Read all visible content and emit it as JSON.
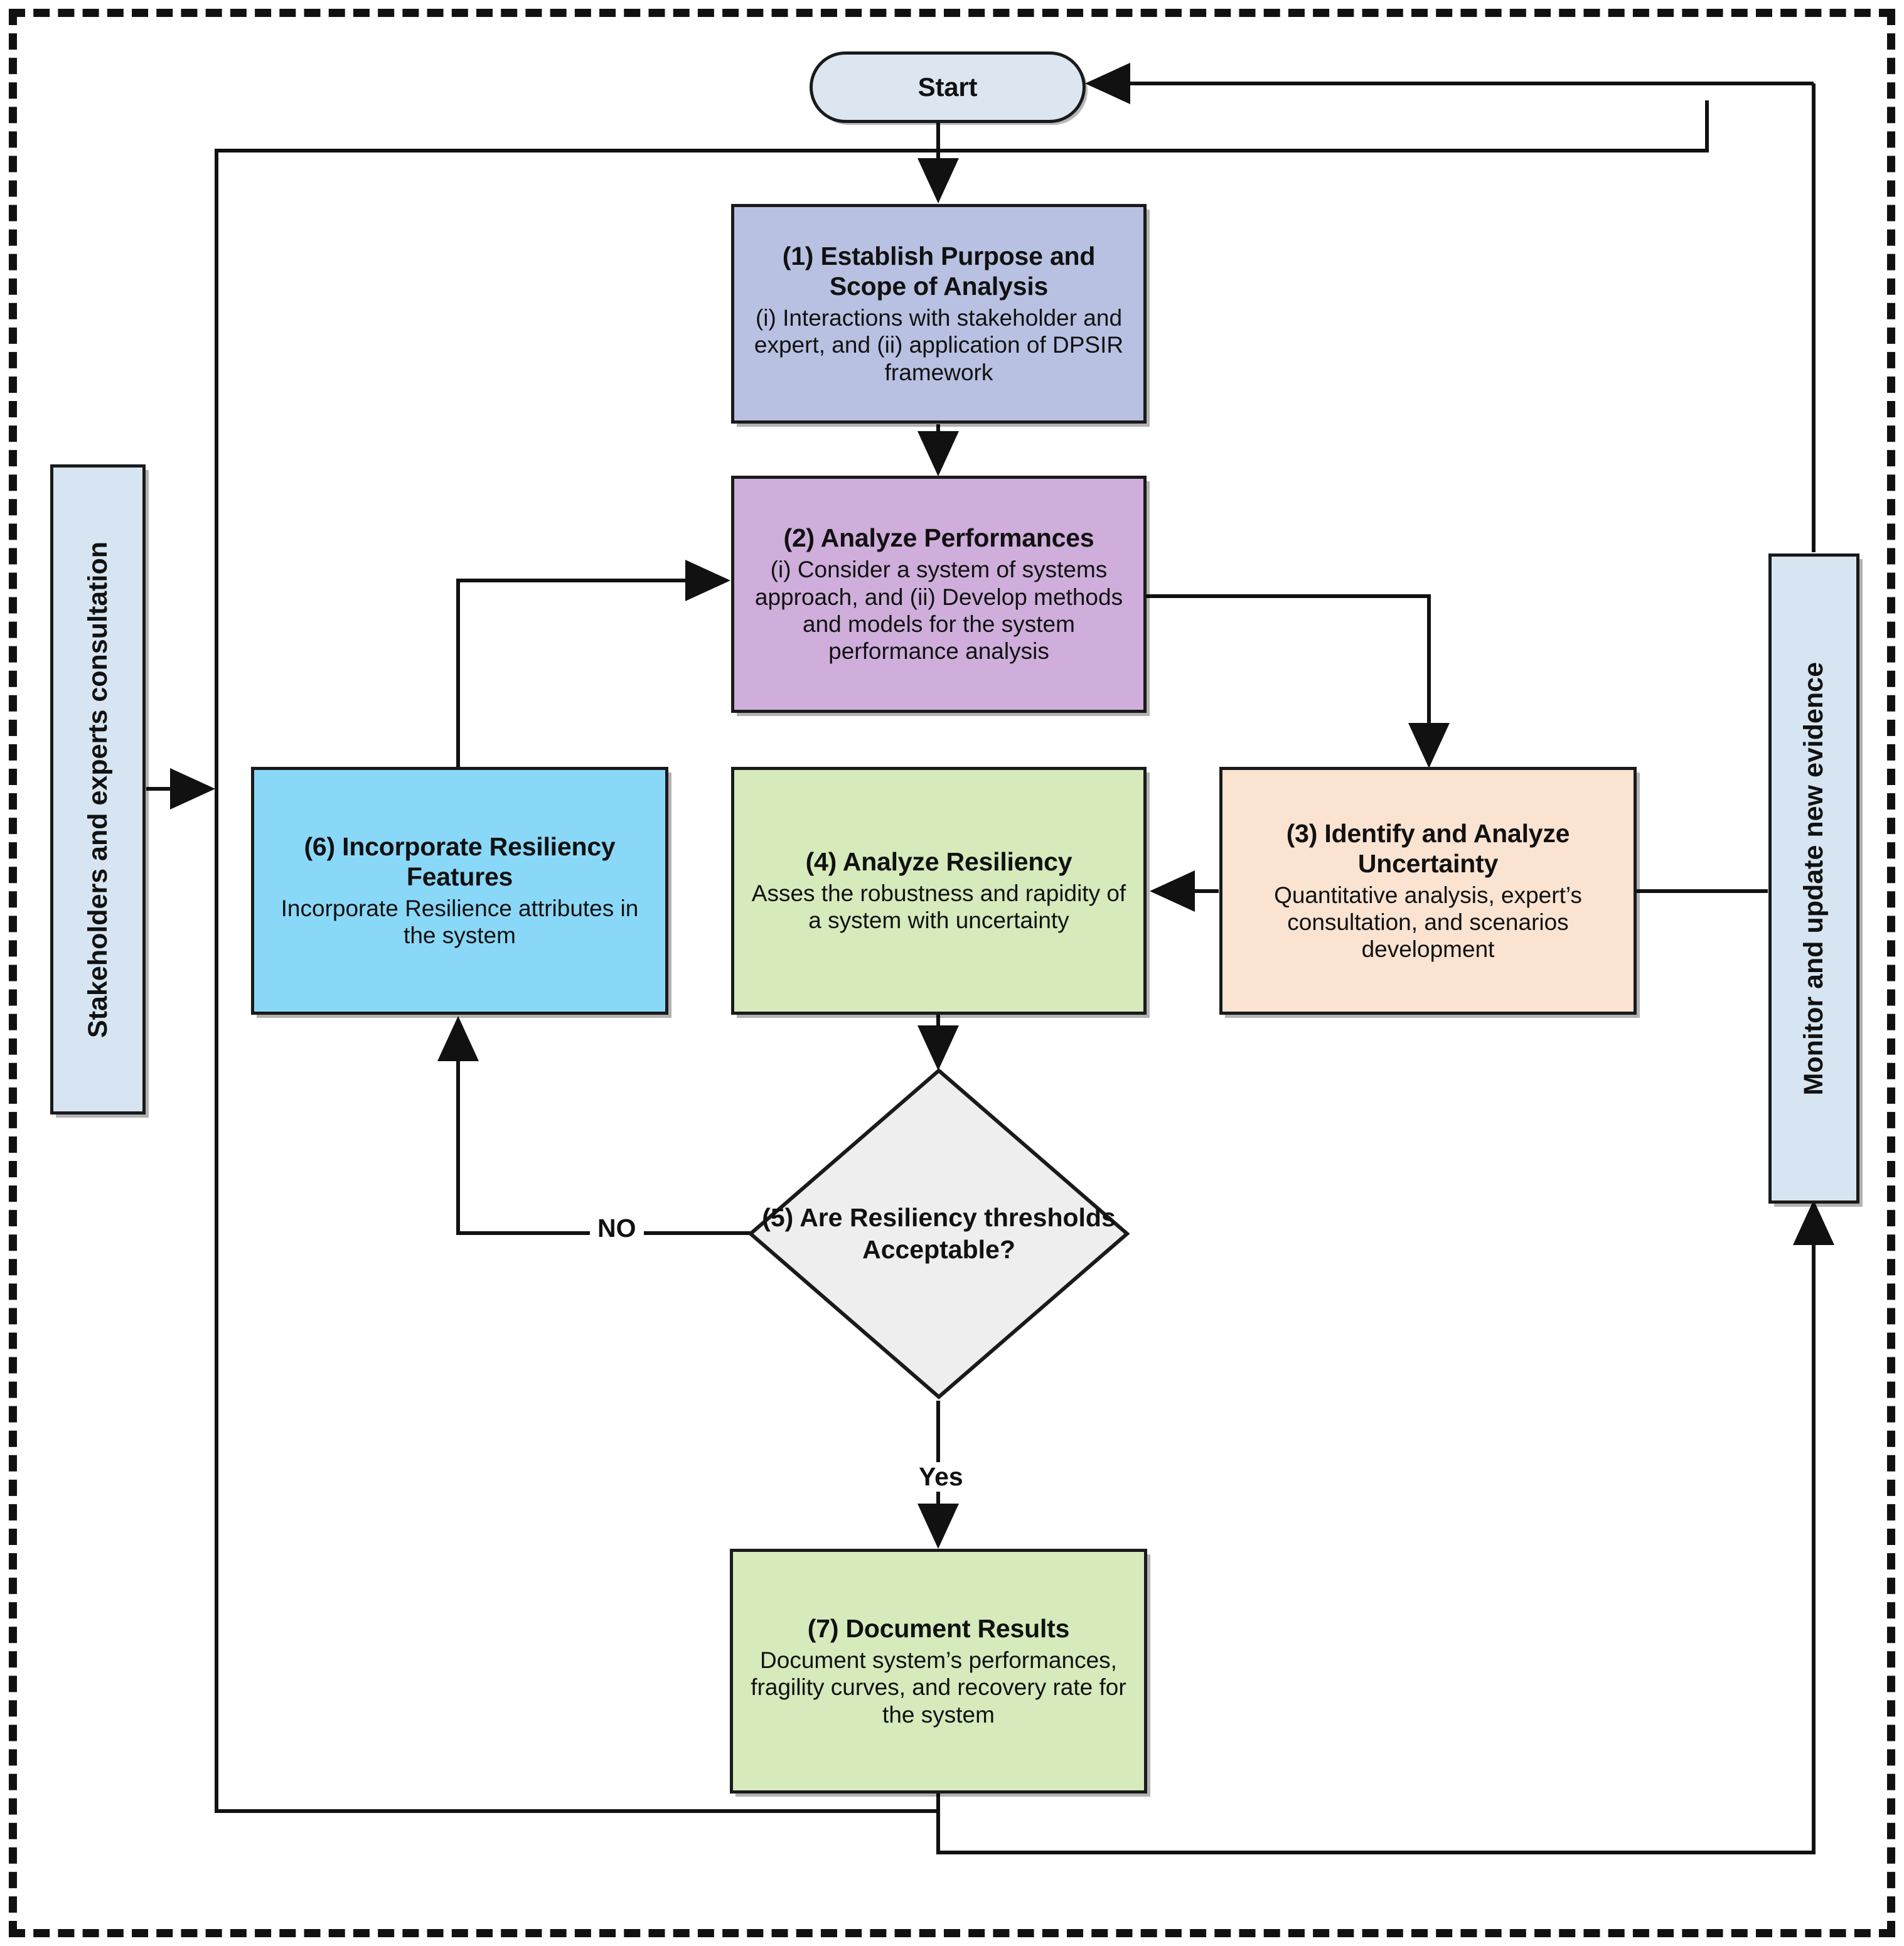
{
  "diagram": {
    "title": "Resiliency analysis framework flowchart",
    "colors": {
      "start": "#dbe6f0",
      "step1": "#b9c1e2",
      "step2": "#cfaedb",
      "step3": "#fae3d1",
      "step4": "#d6eabc",
      "step6": "#8ad8f7",
      "step7": "#d6eabc",
      "decision": "#eeeeee",
      "side_label": "#d6e5f1",
      "stroke": "#1a1a1a"
    },
    "start": {
      "label": "Start"
    },
    "side_labels": {
      "left": "Stakeholders and experts consultation",
      "right": "Monitor and update new evidence"
    },
    "edge_labels": {
      "no": "NO",
      "yes": "Yes"
    },
    "nodes": [
      {
        "id": "step1",
        "title": "(1) Establish Purpose and Scope of Analysis",
        "subtitle": "(i) Interactions with stakeholder and expert, and (ii) application of DPSIR framework"
      },
      {
        "id": "step2",
        "title": "(2) Analyze Performances",
        "subtitle": "(i) Consider a system of systems approach, and (ii) Develop methods and models for the system performance analysis"
      },
      {
        "id": "step3",
        "title": "(3) Identify and Analyze Uncertainty",
        "subtitle": "Quantitative analysis, expert’s consultation, and scenarios development"
      },
      {
        "id": "step4",
        "title": "(4) Analyze Resiliency",
        "subtitle": "Asses the robustness and rapidity of a system with uncertainty"
      },
      {
        "id": "step5",
        "title": "(5) Are Resiliency thresholds Acceptable?",
        "subtitle": ""
      },
      {
        "id": "step6",
        "title": "(6) Incorporate Resiliency Features",
        "subtitle": "Incorporate Resilience attributes in the system"
      },
      {
        "id": "step7",
        "title": "(7)  Document Results",
        "subtitle": "Document system’s performances,  fragility curves, and recovery rate for the system"
      }
    ]
  }
}
